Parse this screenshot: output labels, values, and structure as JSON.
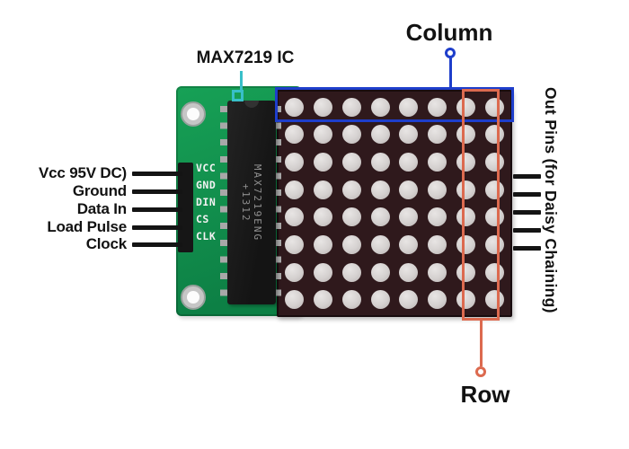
{
  "annotations": {
    "column_label": "Column",
    "row_label": "Row",
    "ic_label": "MAX7219 IC",
    "out_pins_label": "Out Pins (for Daisy Chaining)"
  },
  "left_pin_labels": [
    "Vcc 95V DC)",
    "Ground",
    "Data In",
    "Load Pulse",
    "Clock"
  ],
  "pcb_pin_labels": [
    "VCC",
    "GND",
    "DIN",
    "CS",
    "CLK"
  ],
  "ic_markings": {
    "line1": "MAX7219ENG",
    "line2": "+1312"
  },
  "matrix": {
    "rows": 8,
    "cols": 8
  },
  "colors": {
    "pcb_green": "#17a156",
    "pcb_green_dark": "#0d8045",
    "matrix_bg": "#2f191c",
    "dot": "#d4d0cf",
    "annotation_blue": "#1e3ecb",
    "annotation_red": "#dc6a4f",
    "annotation_teal": "#38bfc9",
    "text": "#121212"
  }
}
